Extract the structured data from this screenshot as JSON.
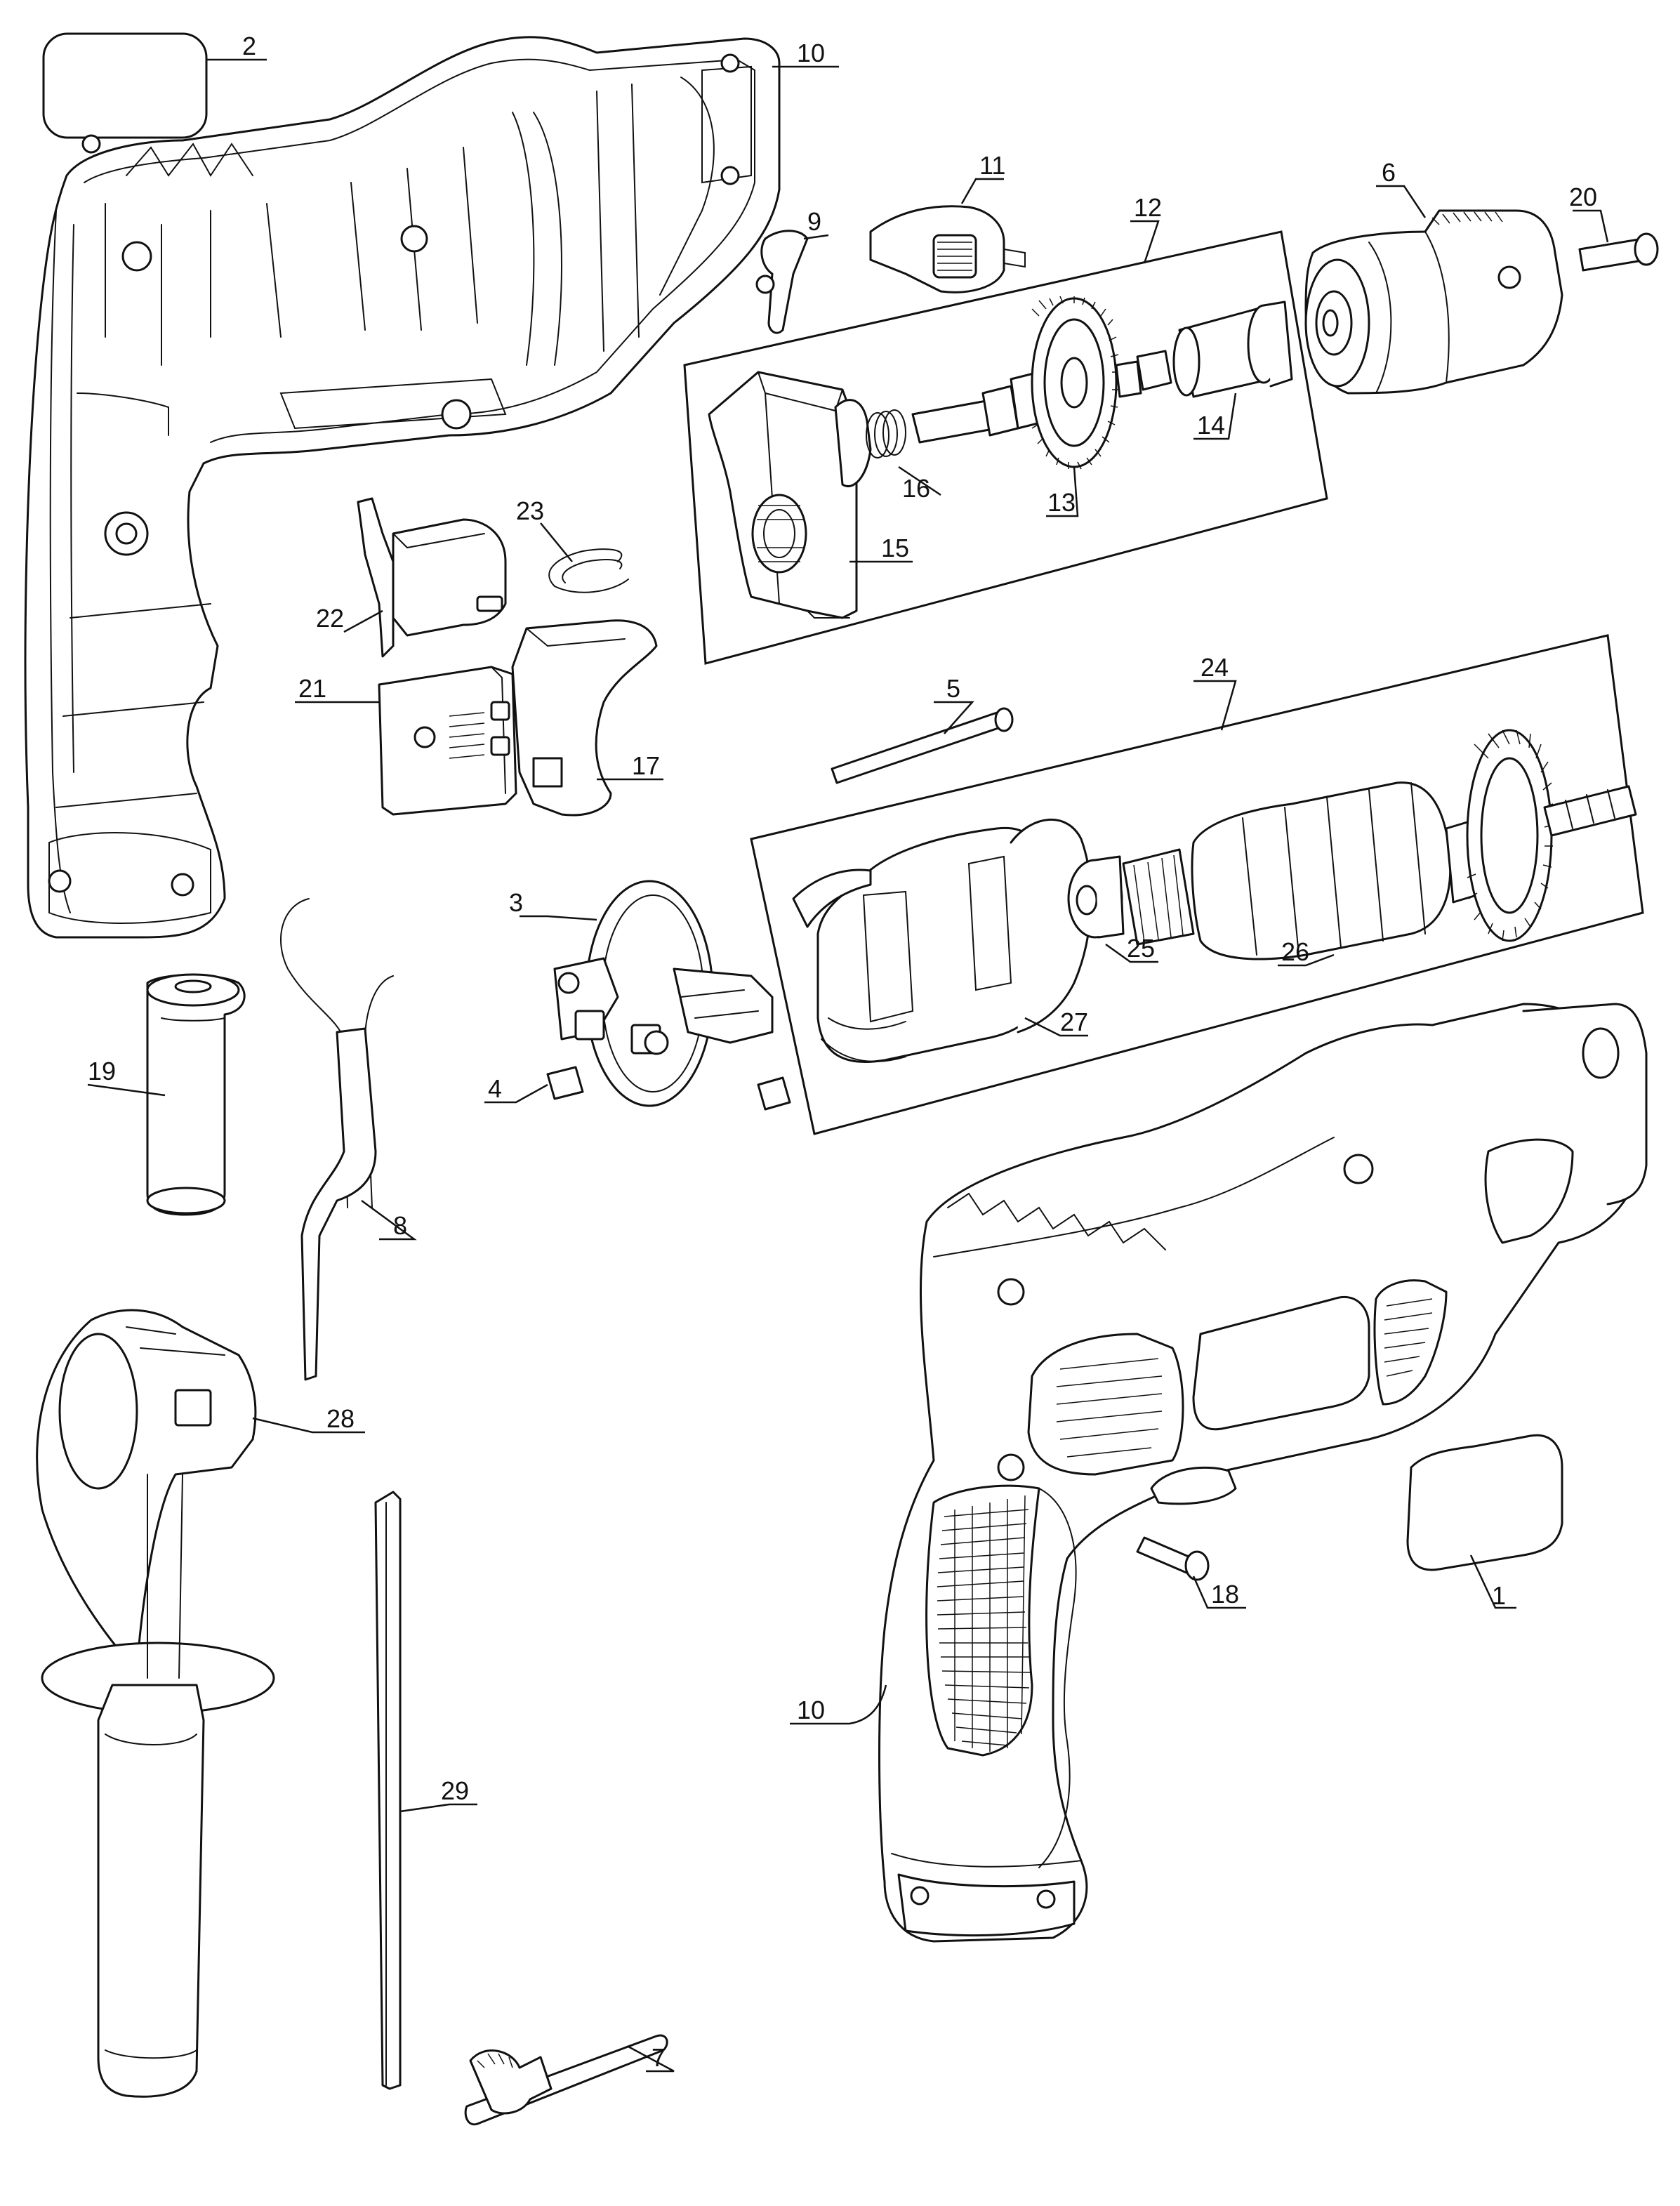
{
  "callouts": [
    {
      "id": "c1",
      "label": "1"
    },
    {
      "id": "c2",
      "label": "2"
    },
    {
      "id": "c3",
      "label": "3"
    },
    {
      "id": "c4",
      "label": "4"
    },
    {
      "id": "c5",
      "label": "5"
    },
    {
      "id": "c6",
      "label": "6"
    },
    {
      "id": "c7",
      "label": "7"
    },
    {
      "id": "c8",
      "label": "8"
    },
    {
      "id": "c9",
      "label": "9"
    },
    {
      "id": "c10a",
      "label": "10"
    },
    {
      "id": "c10b",
      "label": "10"
    },
    {
      "id": "c11",
      "label": "11"
    },
    {
      "id": "c12",
      "label": "12"
    },
    {
      "id": "c13",
      "label": "13"
    },
    {
      "id": "c14",
      "label": "14"
    },
    {
      "id": "c15",
      "label": "15"
    },
    {
      "id": "c16",
      "label": "16"
    },
    {
      "id": "c17",
      "label": "17"
    },
    {
      "id": "c18",
      "label": "18"
    },
    {
      "id": "c19",
      "label": "19"
    },
    {
      "id": "c20",
      "label": "20"
    },
    {
      "id": "c21",
      "label": "21"
    },
    {
      "id": "c22",
      "label": "22"
    },
    {
      "id": "c23",
      "label": "23"
    },
    {
      "id": "c24",
      "label": "24"
    },
    {
      "id": "c25",
      "label": "25"
    },
    {
      "id": "c26",
      "label": "26"
    },
    {
      "id": "c27",
      "label": "27"
    },
    {
      "id": "c28",
      "label": "28"
    },
    {
      "id": "c29",
      "label": "29"
    }
  ]
}
